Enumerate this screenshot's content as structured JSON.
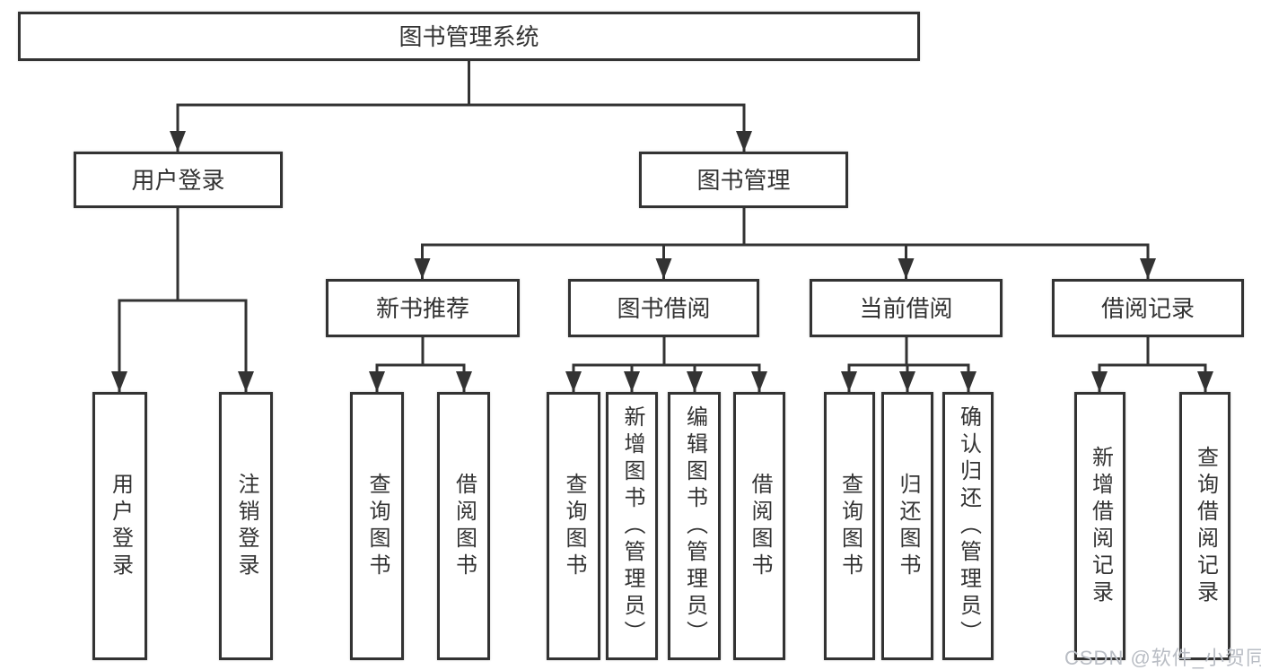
{
  "nodes": {
    "root": {
      "label": "图书管理系统"
    },
    "user_login": {
      "label": "用户登录"
    },
    "book_mgmt": {
      "label": "图书管理"
    },
    "new_book_recommend": {
      "label": "新书推荐"
    },
    "book_borrow": {
      "label": "图书借阅"
    },
    "current_borrow": {
      "label": "当前借阅"
    },
    "borrow_records": {
      "label": "借阅记录"
    },
    "leaves": {
      "user_login_leaf": "用户登录",
      "logout": "注销登录",
      "rec_query_book": "查询图书",
      "rec_borrow_book": "借阅图书",
      "bor_query_book": "查询图书",
      "bor_add_book": "新增图书（管理员）",
      "bor_edit_book": "编辑图书（管理员）",
      "bor_borrow_book": "借阅图书",
      "cur_query_book": "查询图书",
      "cur_return_book": "归还图书",
      "cur_confirm_return": "确认归还（管理员）",
      "rcd_add_record": "新增借阅记录",
      "rcd_query_record": "查询借阅记录"
    }
  },
  "watermark": {
    "text": "CSDN @软件_小贺同学"
  },
  "colors": {
    "line": "#333333",
    "border": "#333333",
    "background": "#ffffff",
    "text": "#333333",
    "watermark": "#b9bdc4"
  }
}
